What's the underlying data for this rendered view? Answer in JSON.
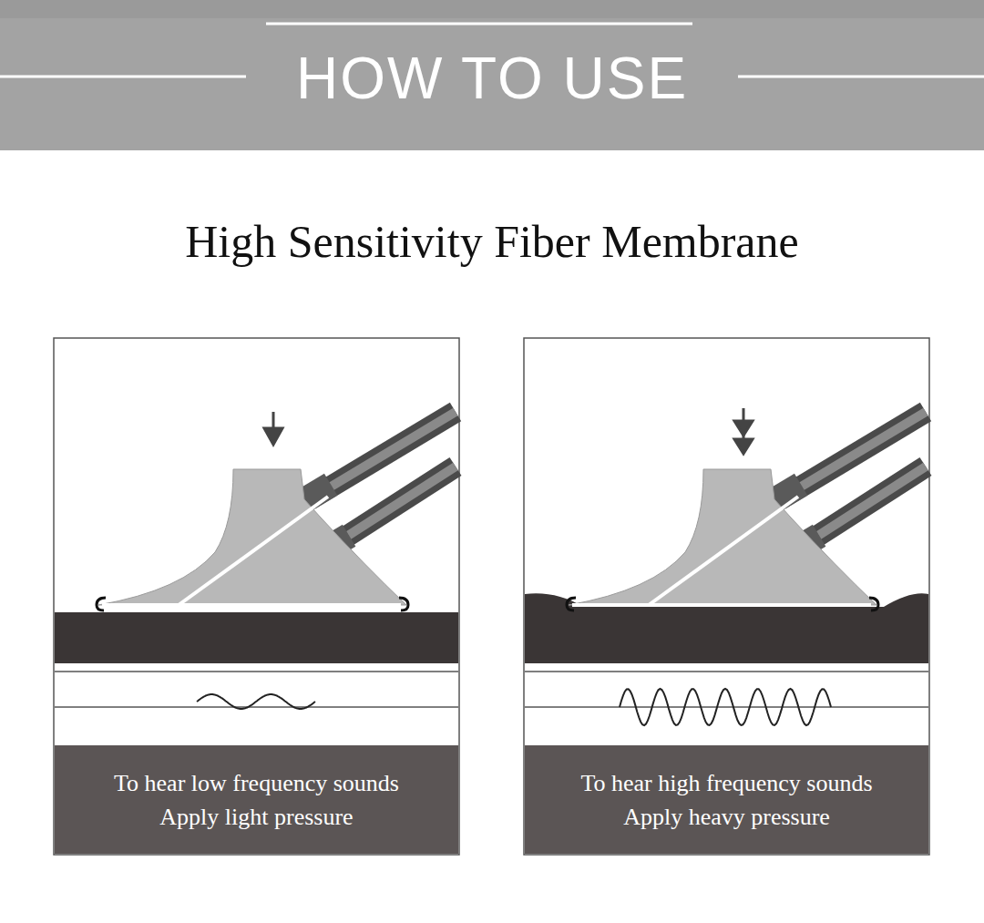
{
  "diagram": {
    "title": "HOW TO USE",
    "nodes": [
      {
        "text": [
          "To hear low frequency sounds",
          "Apply light pressure"
        ]
      },
      {
        "text": [
          "To hear high frequency sounds",
          "Apply heavy pressure"
        ]
      }
    ],
    "labels": [
      "High Sensitivity Fiber Membrane"
    ]
  }
}
